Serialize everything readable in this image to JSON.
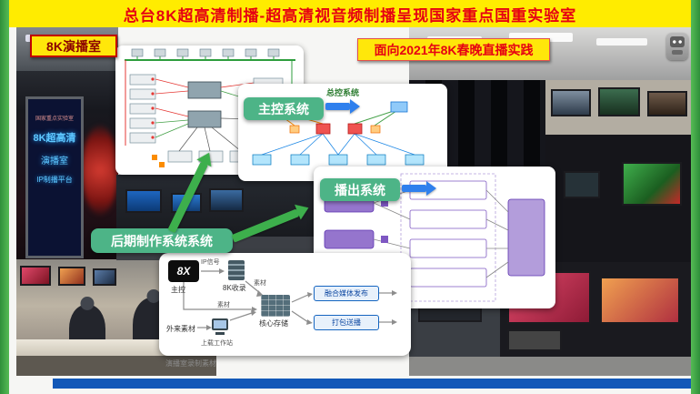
{
  "header": {
    "title": "总台8K超高清制播-超高清视音频制播呈现国家重点国重实验室"
  },
  "badges": {
    "studio": "8K演播室",
    "practice": "面向2021年8K春晚直播实践"
  },
  "pills": {
    "master": "主控系统",
    "broadcast": "播出系统",
    "post": "后期制作系统系统"
  },
  "panels": {
    "master_title": "总控系统"
  },
  "left_screen": {
    "line1": "国家重点实验室",
    "line2": "8K超高清",
    "line3": "演播室",
    "line4": "IP制播平台"
  },
  "post_flow": {
    "logo": "8X",
    "master": "主控",
    "ip_signal": "IP信号",
    "record": "8K收录",
    "material_a": "素材",
    "material_b": "素材",
    "storage": "核心存储",
    "external": "外来素材",
    "upload": "上载工作站",
    "fusion": "融合媒体发布",
    "package": "打包送播",
    "caption": "演播室录制素材"
  },
  "icons": {
    "record": "server-stack",
    "storage": "disk-array",
    "upload": "workstation",
    "corner": "mascot-logo"
  },
  "colors": {
    "frame_green": "#43A047",
    "banner_yellow": "#FFEC00",
    "title_red": "#E60012",
    "pill_teal": "#4DB487",
    "arrow_green": "#3DAF4C",
    "arrow_blue": "#2F80ED",
    "footer_blue": "#1258B8"
  }
}
